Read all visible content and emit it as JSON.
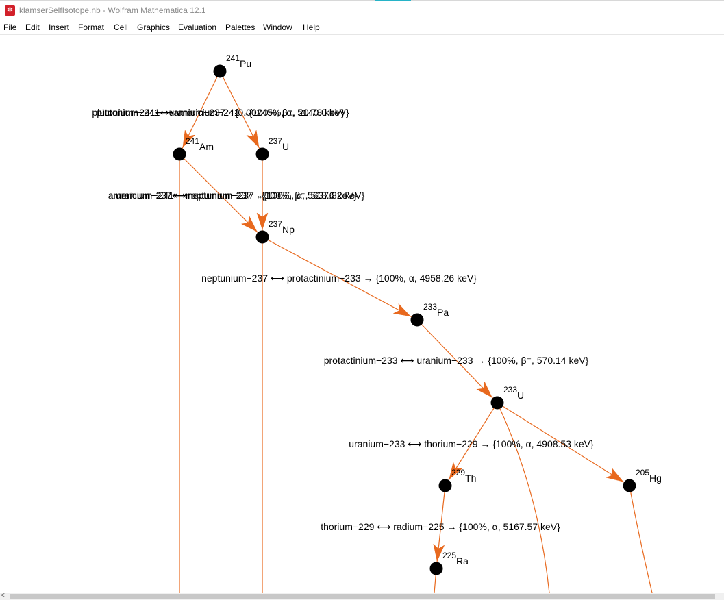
{
  "window": {
    "title": "klamserSelfIsotope.nb - Wolfram Mathematica 12.1",
    "icon": "mathematica-spikey-icon",
    "app_icon_glyph": "✲"
  },
  "menu": [
    "File",
    "Edit",
    "Insert",
    "Format",
    "Cell",
    "Graphics",
    "Evaluation",
    "Palettes",
    "Window",
    "Help"
  ],
  "colors": {
    "edge": "#e8691e",
    "node": "#000000",
    "accent": "#27b3c7",
    "app_icon": "#d2202a"
  },
  "graph": {
    "nodes": [
      {
        "id": "Pu241",
        "mass": "241",
        "symbol": "Pu"
      },
      {
        "id": "Am241",
        "mass": "241",
        "symbol": "Am"
      },
      {
        "id": "U237",
        "mass": "237",
        "symbol": "U"
      },
      {
        "id": "Np237",
        "mass": "237",
        "symbol": "Np"
      },
      {
        "id": "Pa233",
        "mass": "233",
        "symbol": "Pa"
      },
      {
        "id": "U233",
        "mass": "233",
        "symbol": "U"
      },
      {
        "id": "Th229",
        "mass": "229",
        "symbol": "Th"
      },
      {
        "id": "Hg205",
        "mass": "205",
        "symbol": "Hg"
      },
      {
        "id": "Ra225",
        "mass": "225",
        "symbol": "Ra"
      }
    ],
    "edges": [
      {
        "from": "Pu241",
        "to": "Am241",
        "label": "plutonium−241⟷americium−241→{100%, β⁻, 20.78 keV}"
      },
      {
        "from": "Pu241",
        "to": "U237",
        "label": "plutonium−241⟷uranium−237→{0.00245%, α, 5140.0 keV}"
      },
      {
        "from": "Am241",
        "to": "Np237",
        "label": "americium−241⟷neptunium−237→{100%, α, 5637.82 keV}"
      },
      {
        "from": "U237",
        "to": "Np237",
        "label": "uranium−237⟷neptunium−237→{100%, β⁻, 518.6 keV}"
      },
      {
        "from": "Np237",
        "to": "Pa233",
        "label": "neptunium−237 ⟷ protactinium−233 → {100%, α, 4958.26 keV}"
      },
      {
        "from": "Pa233",
        "to": "U233",
        "label": "protactinium−233 ⟷ uranium−233 → {100%, β⁻, 570.14 keV}"
      },
      {
        "from": "U233",
        "to": "Th229",
        "label": "uranium−233 ⟷ thorium−229 → {100%, α, 4908.53 keV}"
      },
      {
        "from": "U233",
        "to": "Hg205"
      },
      {
        "from": "Th229",
        "to": "Ra225",
        "label": "thorium−229 ⟷ radium−225 → {100%, α, 5167.57 keV}"
      }
    ]
  },
  "scrollbar": {
    "left_arrow": "<"
  }
}
